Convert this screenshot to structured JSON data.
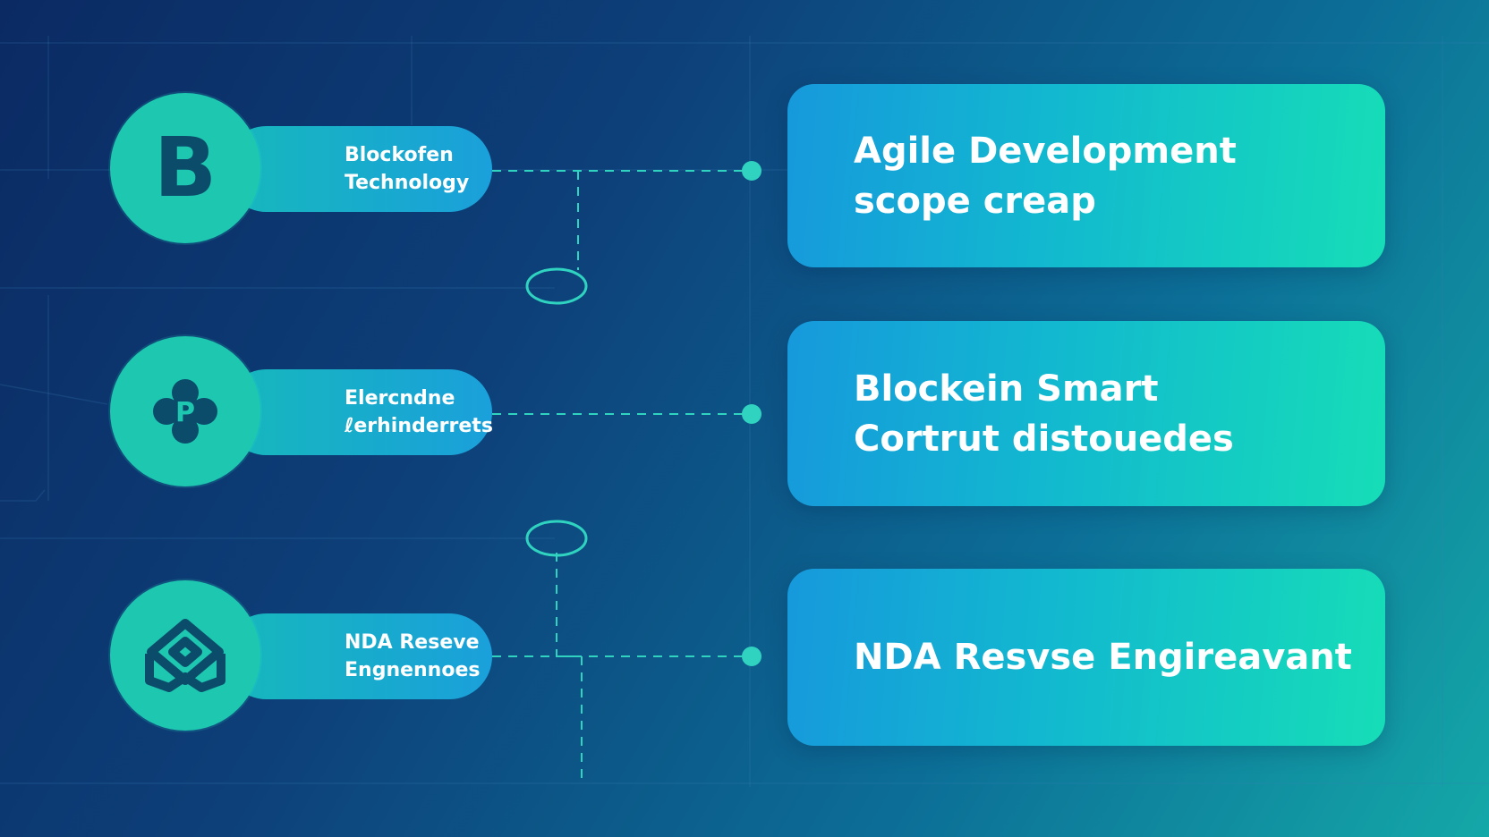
{
  "colors": {
    "accent_teal": "#1ec7b0",
    "icon_dark": "#0b4c6b",
    "connector": "#2fd3c0",
    "text": "#ffffff"
  },
  "nodes": [
    {
      "icon": "letter-b-icon",
      "icon_letter": "B",
      "lines": [
        "Blockofen",
        "Technology"
      ]
    },
    {
      "icon": "flower-p-icon",
      "icon_letter": "P",
      "lines": [
        "Elercndne",
        "ℓerhinderrets"
      ]
    },
    {
      "icon": "diamond-network-icon",
      "lines": [
        "NDA Reseve",
        "Engnennoes"
      ]
    }
  ],
  "cards": [
    {
      "lines": [
        "Agile Development",
        "scope creap"
      ]
    },
    {
      "lines": [
        "Blockein Smart",
        "Cortrut distouedes"
      ]
    },
    {
      "lines": [
        "NDA Resvse Engireavant"
      ]
    }
  ]
}
